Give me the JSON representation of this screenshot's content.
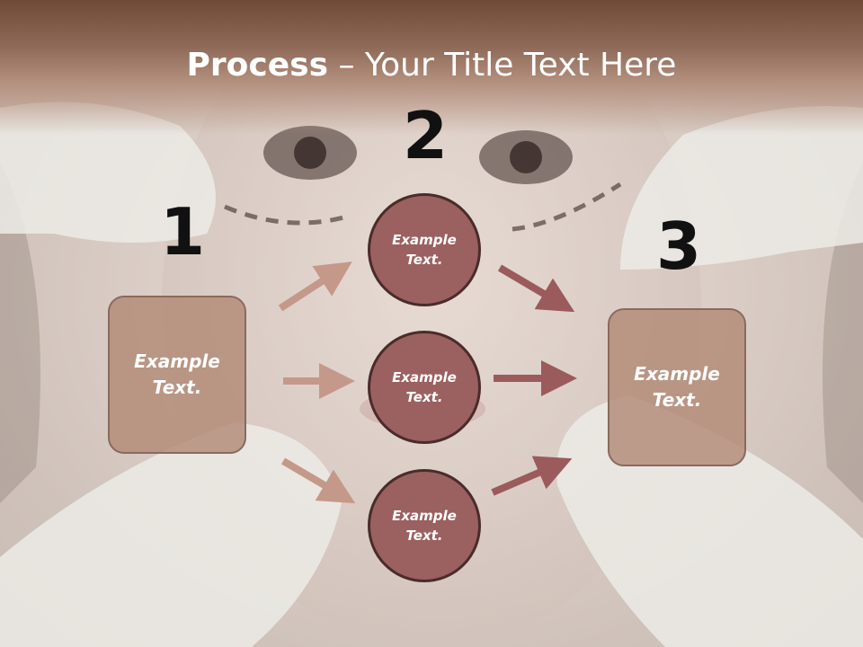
{
  "title": {
    "bold": "Process",
    "rest": " – Your Title Text Here"
  },
  "steps": {
    "one": "1",
    "two": "2",
    "three": "3"
  },
  "boxes": {
    "left": {
      "line1": "Example",
      "line2": "Text."
    },
    "right": {
      "line1": "Example",
      "line2": "Text."
    }
  },
  "circles": [
    {
      "line1": "Example",
      "line2": "Text."
    },
    {
      "line1": "Example",
      "line2": "Text."
    },
    {
      "line1": "Example",
      "line2": "Text."
    }
  ],
  "colors": {
    "header": "#7a5442",
    "box_fill": "#b28a76",
    "circle_fill": "#9b6060",
    "arrow_light": "#c4998a",
    "arrow_dark": "#9b5a5c"
  },
  "icons": {
    "arrow": "right-arrow-icon"
  }
}
